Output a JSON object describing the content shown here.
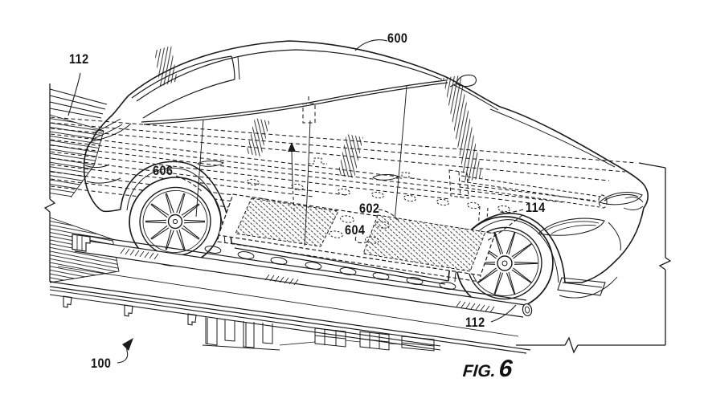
{
  "figure_caption": {
    "prefix": "FIG.",
    "number": "6"
  },
  "labels": {
    "l112_top": "112",
    "l600": "600",
    "l606": "606",
    "l602": "602",
    "l604": "604",
    "l114": "114",
    "l112_bottom": "112",
    "l100": "100"
  },
  "colors": {
    "ink": "#1b1b1b",
    "background": "#ffffff"
  }
}
